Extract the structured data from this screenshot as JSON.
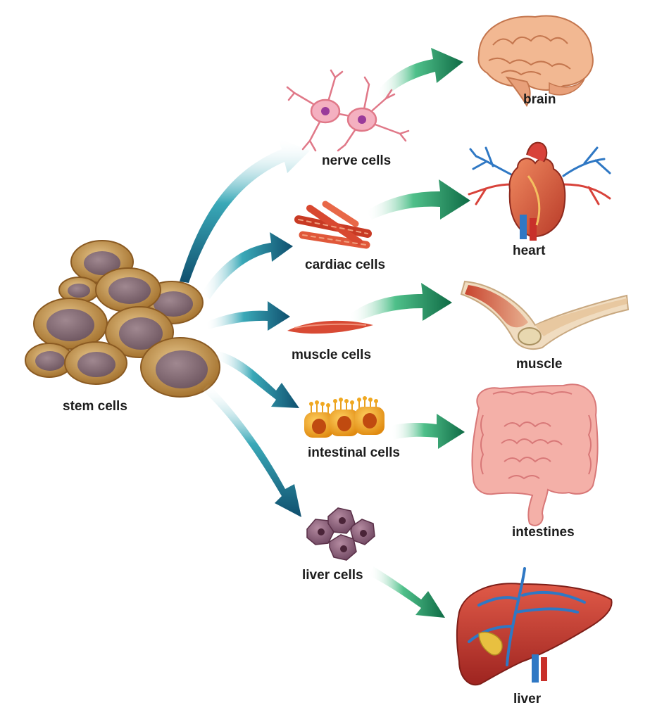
{
  "labels": {
    "stem_cells": "stem cells",
    "nerve_cells": "nerve cells",
    "cardiac_cells": "cardiac cells",
    "muscle_cells": "muscle cells",
    "intestinal_cells": "intestinal cells",
    "liver_cells": "liver cells",
    "brain": "brain",
    "heart": "heart",
    "muscle": "muscle",
    "intestines": "intestines",
    "liver": "liver"
  },
  "colors": {
    "stem_cell_membrane": "#b98a4a",
    "stem_cell_nucleus": "#8a6f78",
    "blue_arrow": "#1f6f86",
    "green_arrow": "#1f8a5c",
    "nerve": "#e8889a",
    "cardiac": "#d9462c",
    "muscle_cell": "#d9513a",
    "intestinal_cell": "#f0a020",
    "liver_cell": "#8a5a72",
    "brain": "#f0b08a",
    "heart": "#d8563a",
    "intestines": "#f2a098",
    "liver": "#b93028",
    "vessel": "#2f78c4"
  }
}
